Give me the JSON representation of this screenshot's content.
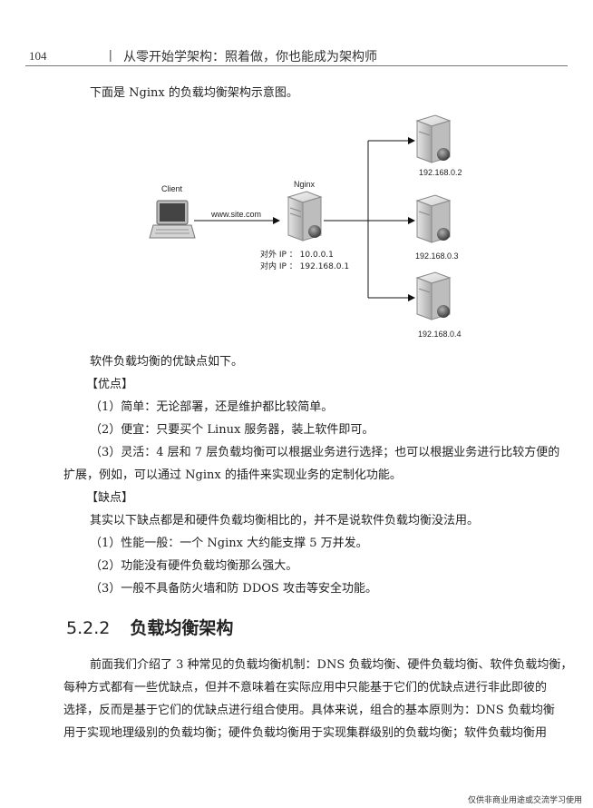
{
  "header": {
    "page_number": "104",
    "separator": "|",
    "book_title": "从零开始学架构：照着做，你也能成为架构师"
  },
  "intro": "下面是 Nginx 的负载均衡架构示意图。",
  "diagram": {
    "client_label": "Client",
    "nginx_label": "Nginx",
    "url": "www.site.com",
    "external_ip": "对外 IP  ：  10.0.0.1",
    "internal_ip": "对内 IP  ：  192.168.0.1",
    "servers": [
      "192.168.0.2",
      "192.168.0.3",
      "192.168.0.4"
    ]
  },
  "summary": "软件负载均衡的优缺点如下。",
  "pros_heading": "【优点】",
  "pros": [
    "（1）简单：无论部署，还是维护都比较简单。",
    "（2）便宜：只要买个 Linux 服务器，装上软件即可。",
    "（3）灵活：4 层和 7 层负载均衡可以根据业务进行选择；也可以根据业务进行比较方便的",
    "扩展，例如，可以通过 Nginx 的插件来实现业务的定制化功能。"
  ],
  "cons_heading": "【缺点】",
  "cons_intro": "其实以下缺点都是和硬件负载均衡相比的，并不是说软件负载均衡没法用。",
  "cons": [
    "（1）性能一般：一个 Nginx 大约能支撑 5 万并发。",
    "（2）功能没有硬件负载均衡那么强大。",
    "（3）一般不具备防火墙和防 DDOS 攻击等安全功能。"
  ],
  "section": {
    "number": "5.2.2",
    "title": "负载均衡架构"
  },
  "body": [
    "前面我们介绍了 3 种常见的负载均衡机制：DNS 负载均衡、硬件负载均衡、软件负载均衡，",
    "每种方式都有一些优缺点，但并不意味着在实际应用中只能基于它们的优缺点进行非此即彼的",
    "选择，反而是基于它们的优缺点进行组合使用。具体来说，组合的基本原则为：DNS 负载均衡",
    "用于实现地理级别的负载均衡；硬件负载均衡用于实现集群级别的负载均衡；软件负载均衡用"
  ],
  "footer": "仅供非商业用途或交流学习使用"
}
